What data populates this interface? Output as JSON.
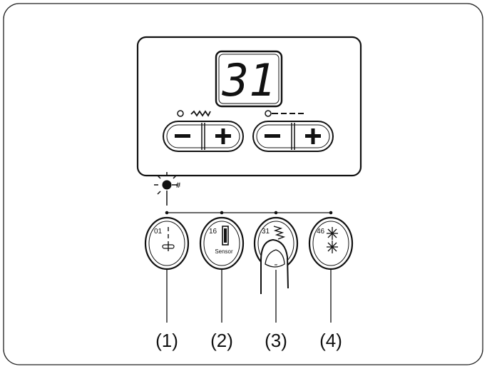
{
  "display": {
    "value": "31"
  },
  "width_control": {
    "icon": "zigzag-icon",
    "minus": "−",
    "plus": "+"
  },
  "length_control": {
    "icon": "dashed-line-icon",
    "minus": "−",
    "plus": "+"
  },
  "led": {
    "icon": "sparkle-led-icon",
    "mark": "#"
  },
  "pattern_buttons": [
    {
      "number": "01",
      "icon": "straight-stitch-icon",
      "extra": ""
    },
    {
      "number": "16",
      "icon": "buttonhole-icon",
      "extra": "Sensor"
    },
    {
      "number": "31",
      "icon": "zigzag-stitch-icon",
      "extra": ""
    },
    {
      "number": "46",
      "icon": "star-stitch-icon",
      "extra": ""
    }
  ],
  "callouts": [
    "(1)",
    "(2)",
    "(3)",
    "(4)"
  ]
}
